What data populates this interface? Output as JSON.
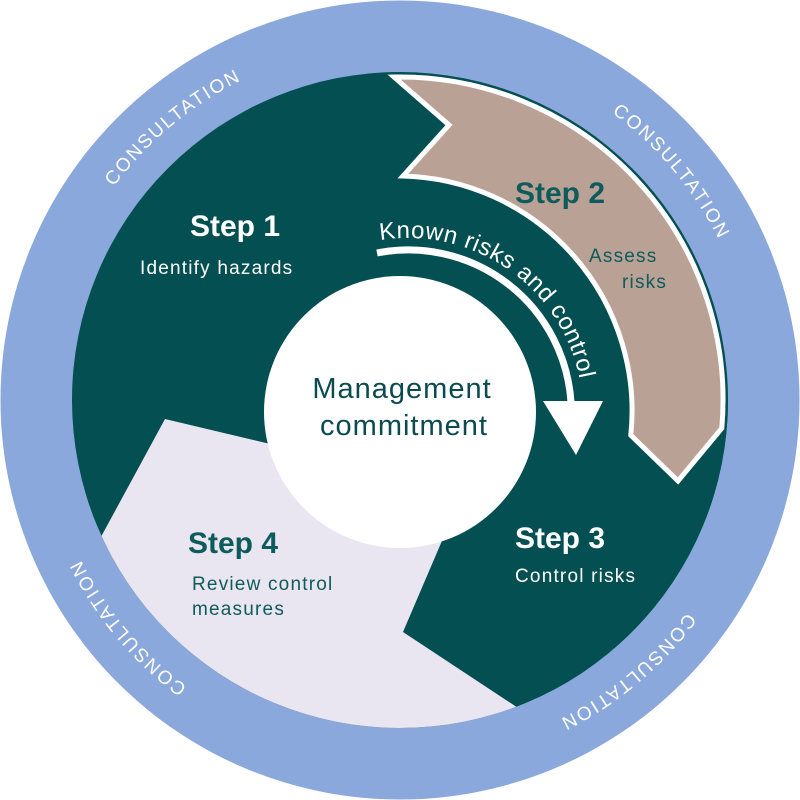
{
  "diagram": {
    "center_label": [
      "Management",
      "commitment"
    ],
    "cycle_arrow_label": "Known risks and control",
    "ring_labels": [
      "CONSULTATION",
      "CONSULTATION",
      "CONSULTATION",
      "CONSULTATION"
    ],
    "steps": [
      {
        "title": "Step 1",
        "description": [
          "Identify hazards"
        ]
      },
      {
        "title": "Step 2",
        "description": [
          "Assess",
          "risks"
        ]
      },
      {
        "title": "Step 3",
        "description": [
          "Control risks"
        ]
      },
      {
        "title": "Step 4",
        "description": [
          "Review control",
          "measures"
        ]
      }
    ]
  },
  "colors": {
    "ring": "#8aa8dc",
    "teal": "#034f52",
    "tan": "#b9a195",
    "lavender": "#e9e6f1",
    "white": "#ffffff",
    "step_text_dark": "#0e5b5b",
    "center_text": "#0b4a4f"
  }
}
